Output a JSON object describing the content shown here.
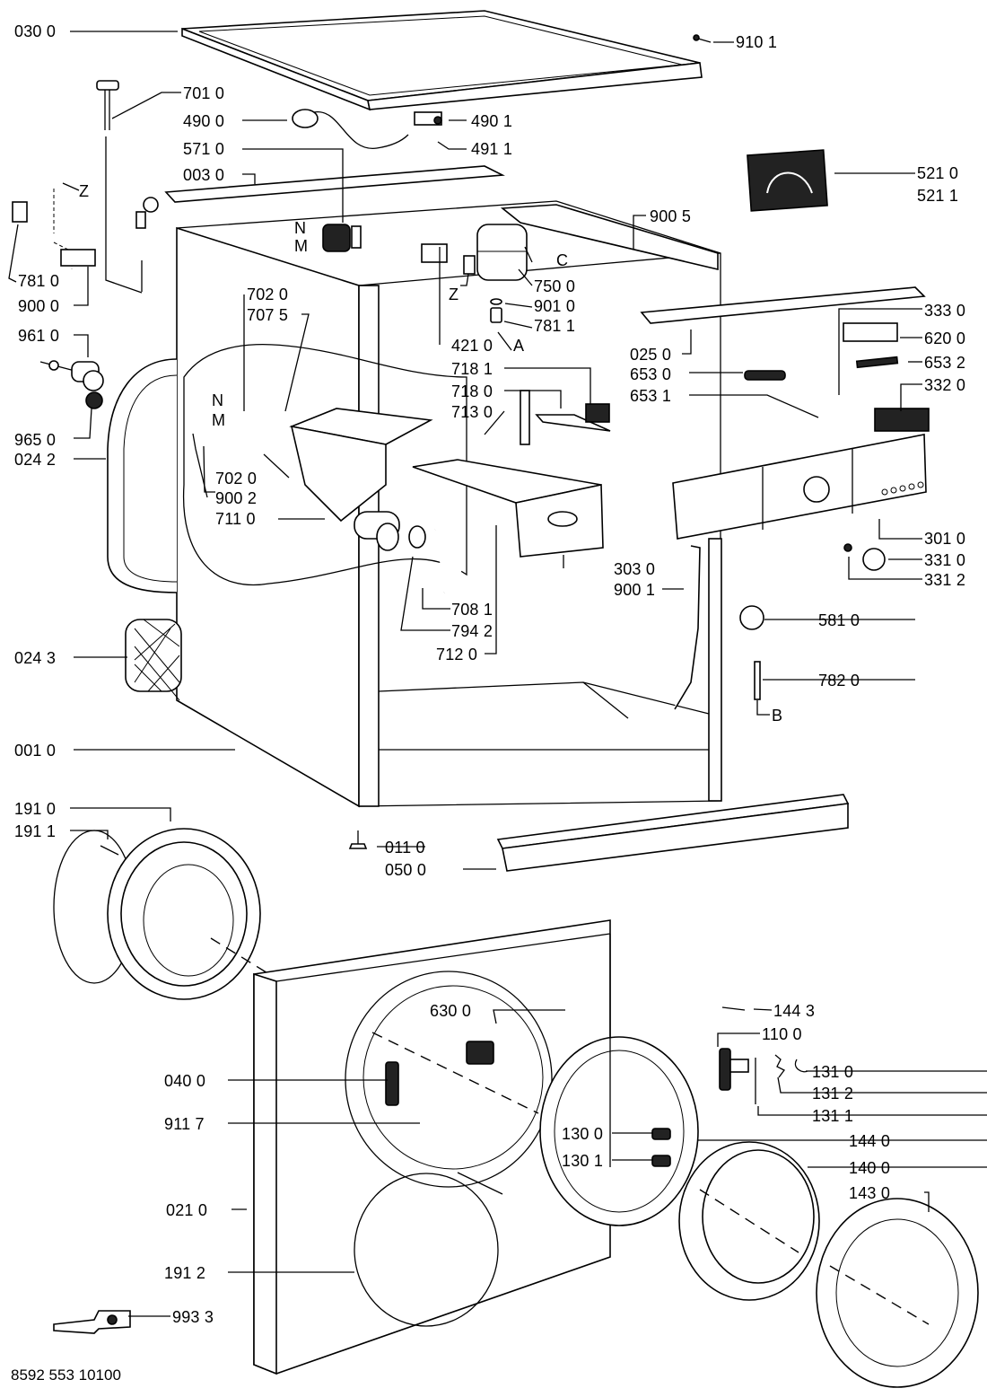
{
  "diagram": {
    "type": "exploded-parts-diagram",
    "subject": "front-loading washing machine cabinet and door assembly",
    "document_number": "8592 553 10100",
    "labels": {
      "p0300": "030 0",
      "p9101": "910 1",
      "p7010": "701 0",
      "p4900": "490 0",
      "p4901": "490 1",
      "p5710": "571 0",
      "p4911": "491 1",
      "p0030": "003 0",
      "p5210": "521 0",
      "p5211": "521 1",
      "z1": "Z",
      "p9005": "900 5",
      "n1": "N",
      "m1": "M",
      "c1": "C",
      "z2": "Z",
      "p7500": "750 0",
      "p7810": "781 0",
      "p9010": "901 0",
      "p9000": "900 0",
      "p7020a": "702 0",
      "p7075": "707 5",
      "p7811": "781 1",
      "p3330": "333 0",
      "p4210": "421 0",
      "a1": "A",
      "p9610": "961 0",
      "p0250": "025 0",
      "p6200": "620 0",
      "p7181": "718 1",
      "p6530": "653 0",
      "p6532": "653 2",
      "p7180": "718 0",
      "p6531": "653 1",
      "p3320": "332 0",
      "p7130": "713 0",
      "n2": "N",
      "m2": "M",
      "p9650": "965 0",
      "p0242": "024 2",
      "p7020b": "702 0",
      "p9002": "900 2",
      "p7110": "711 0",
      "p3010": "301 0",
      "p3310": "331 0",
      "p3312": "331 2",
      "p3030": "303 0",
      "p9001": "900 1",
      "p7081": "708 1",
      "p7942": "794 2",
      "p7120": "712 0",
      "p5810": "581 0",
      "p0243": "024 3",
      "p7820": "782 0",
      "b1": "B",
      "p0010": "001 0",
      "p1910": "191 0",
      "p1911": "191 1",
      "p0110": "011 0",
      "p0500": "050 0",
      "p1443": "144 3",
      "p6300": "630 0",
      "p1100": "110 0",
      "p0400": "040 0",
      "p1310": "131 0",
      "p1312": "131 2",
      "p1311": "131 1",
      "p9117": "911 7",
      "p1300": "130 0",
      "p1440": "144 0",
      "p1301": "130 1",
      "p1400": "140 0",
      "p0210": "021 0",
      "p1430": "143 0",
      "p1912": "191 2",
      "p9933": "993 3"
    }
  }
}
